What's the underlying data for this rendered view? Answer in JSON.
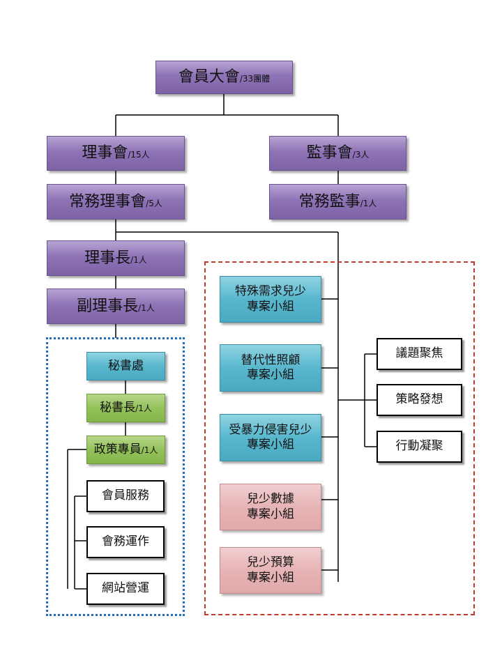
{
  "org": {
    "assembly": {
      "name": "會員大會",
      "suffix": "/33團體"
    },
    "board": {
      "name": "理事會",
      "suffix": "/15人"
    },
    "supervisors": {
      "name": "監事會",
      "suffix": "/3人"
    },
    "standing_board": {
      "name": "常務理事會",
      "suffix": "/5人"
    },
    "standing_supervisor": {
      "name": "常務監事",
      "suffix": "/1人"
    },
    "chair": {
      "name": "理事長",
      "suffix": "/1人"
    },
    "vice_chair": {
      "name": "副理事長",
      "suffix": "/1人"
    },
    "secretariat": {
      "name": "秘書處"
    },
    "secretary_general": {
      "name": "秘書長",
      "suffix": "/1人"
    },
    "policy_officer": {
      "name": "政策專員",
      "suffix": "/1人"
    },
    "secretariat_tasks": [
      "會員服務",
      "會務運作",
      "網站營運"
    ],
    "project_groups": [
      {
        "line1": "特殊需求兒少",
        "line2": "專案小組",
        "color": "#58b7cd"
      },
      {
        "line1": "替代性照顧",
        "line2": "專案小組",
        "color": "#58b7cd"
      },
      {
        "line1": "受暴力侵害兒少",
        "line2": "專案小組",
        "color": "#58b7cd"
      },
      {
        "line1": "兒少數據",
        "line2": "專案小組",
        "color": "#e7b4b6"
      },
      {
        "line1": "兒少預算",
        "line2": "專案小組",
        "color": "#e7b4b6"
      }
    ],
    "group_functions": [
      "議題聚焦",
      "策略發想",
      "行動凝聚"
    ]
  },
  "colors": {
    "purple": "#8e73b6",
    "cyan": "#58b7cd",
    "green": "#93c15a",
    "pink": "#e7b4b6",
    "red_dashed": "#c0392b",
    "blue_dotted": "#1f6fbf"
  }
}
